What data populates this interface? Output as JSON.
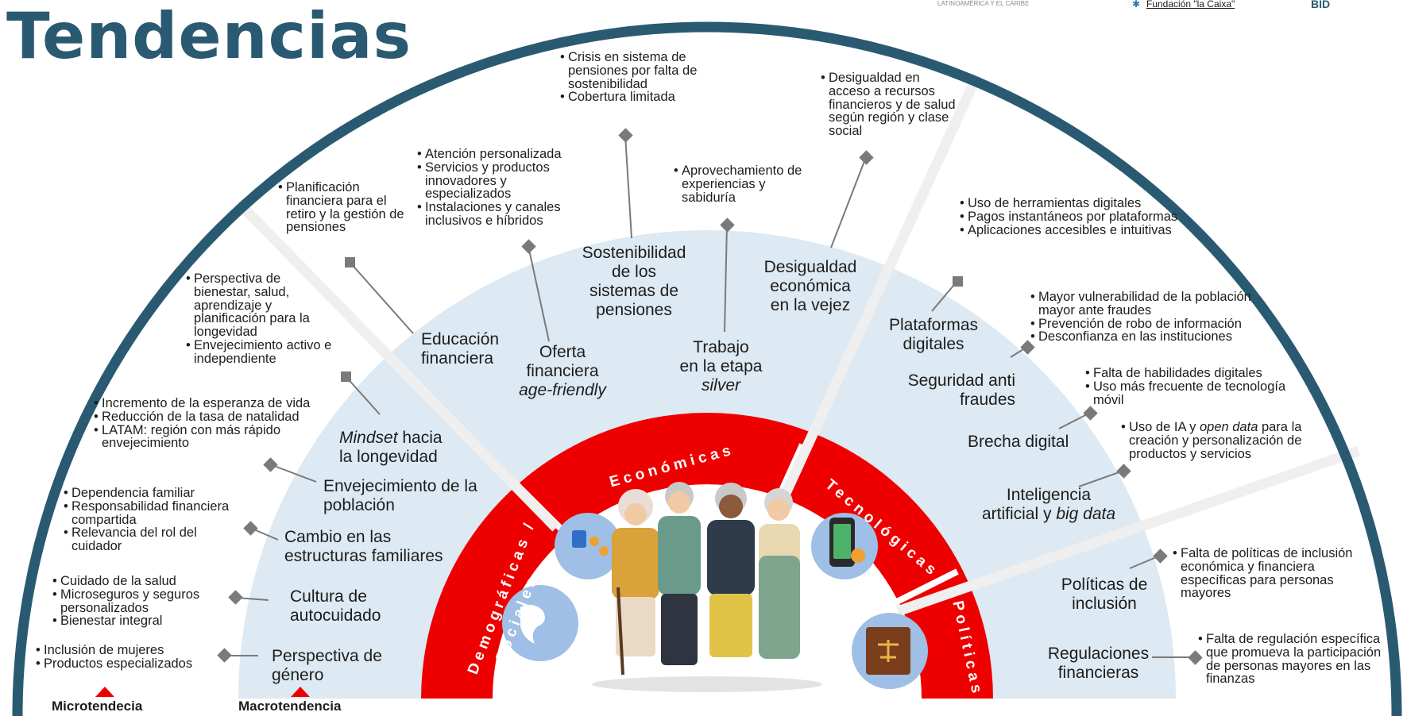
{
  "title": "Tendencias",
  "header_logos": {
    "org_tagline": "LATINOAMÉRICA Y EL CARIBE",
    "foundation": "Fundación \"la Caixa\"",
    "bank": "BID"
  },
  "categories": [
    {
      "name": "Demográficas / Sociales",
      "line1": "Demográficas /",
      "line2": "Sociales",
      "color": "#ee0000"
    },
    {
      "name": "Económicas",
      "color": "#ee0000"
    },
    {
      "name": "Tecnológicas",
      "color": "#ee0000"
    },
    {
      "name": "Políticas",
      "color": "#ee0000"
    }
  ],
  "colors": {
    "arc_outer": "#2a5a72",
    "band_inner": "#dde9f3",
    "category_ring": "#ee0000",
    "connector": "#7a7a7a",
    "legend_marker": "#ee0000"
  },
  "macro": {
    "perspectiva_genero": {
      "l1": "Perspectiva de",
      "l2": "género"
    },
    "cultura_autocuidado": {
      "l1": "Cultura de",
      "l2": "autocuidado"
    },
    "estructuras_familiares": {
      "l1": "Cambio en las",
      "l2": "estructuras familiares"
    },
    "envejecimiento": {
      "l1": "Envejecimiento de la",
      "l2": "población"
    },
    "mindset": {
      "l1_it": "Mindset",
      "l1_rest": " hacia",
      "l2": "la longevidad"
    },
    "educacion": {
      "l1": "Educación",
      "l2": "financiera"
    },
    "oferta": {
      "l1": "Oferta",
      "l2": "financiera",
      "l3_it": "age-friendly"
    },
    "sostenibilidad": {
      "l1": "Sostenibilidad",
      "l2": "de los",
      "l3": "sistemas de",
      "l4": "pensiones"
    },
    "trabajo": {
      "l1": "Trabajo",
      "l2": "en la etapa",
      "l3_it": "silver"
    },
    "desigualdad": {
      "l1": "Desigualdad",
      "l2": "económica",
      "l3": "en la vejez"
    },
    "plataformas": {
      "l1": "Plataformas",
      "l2": "digitales"
    },
    "seguridad": {
      "l1": "Seguridad anti",
      "l2": "fraudes"
    },
    "brecha": {
      "l1": "Brecha digital"
    },
    "ia": {
      "l1": "Inteligencia",
      "l2_a": "artificial y ",
      "l2_it": "big data"
    },
    "politicas": {
      "l1": "Políticas de",
      "l2": "inclusión"
    },
    "regulaciones": {
      "l1": "Regulaciones",
      "l2": "financieras"
    }
  },
  "micro": {
    "perspectiva_genero": [
      "Inclusión de mujeres",
      "Productos especializados"
    ],
    "cultura_autocuidado": [
      "Cuidado de la salud",
      "Microseguros y seguros personalizados",
      "Bienestar integral"
    ],
    "estructuras_familiares": [
      "Dependencia familiar",
      "Responsabilidad financiera compartida",
      "Relevancia del rol del cuidador"
    ],
    "envejecimiento": [
      "Incremento de la esperanza de vida",
      "Reducción de la tasa de natalidad",
      "LATAM: región con más rápido envejecimiento"
    ],
    "mindset": [
      "Perspectiva de bienestar, salud, aprendizaje y planificación para la longevidad",
      "Envejecimiento activo e independiente"
    ],
    "educacion": [
      "Planificación financiera para el retiro y la gestión de pensiones"
    ],
    "oferta": [
      "Atención personalizada",
      "Servicios y productos innovadores y especializados",
      "Instalaciones y canales inclusivos e híbridos"
    ],
    "sostenibilidad": [
      "Crisis en sistema de pensiones por falta de sostenibilidad",
      "Cobertura limitada"
    ],
    "trabajo": [
      "Aprovechamiento de experiencias y sabiduría"
    ],
    "desigualdad": [
      "Desigualdad en acceso a recursos financieros y de salud según región y clase social"
    ],
    "plataformas": [
      "Uso de herramientas digitales",
      "Pagos instantáneos por plataformas",
      "Aplicaciones accesibles e intuitivas"
    ],
    "seguridad": [
      "Mayor vulnerabilidad de la población mayor ante fraudes",
      "Prevención de robo de información",
      "Desconfianza en las instituciones"
    ],
    "brecha": [
      "Falta de habilidades digitales",
      "Uso más frecuente de tecnología móvil"
    ],
    "politicas": [
      "Falta de políticas de inclusión económica y financiera específicas para personas mayores"
    ],
    "regulaciones": [
      "Falta de regulación específica que promueva la participación de personas mayores en las finanzas"
    ]
  },
  "ia_micro": {
    "a": "Uso de IA y ",
    "b_it": "open data",
    "c": " para la creación y personalización de productos y servicios"
  },
  "legend": {
    "micro": "Microtendecia",
    "macro": "Macrotendencia"
  }
}
